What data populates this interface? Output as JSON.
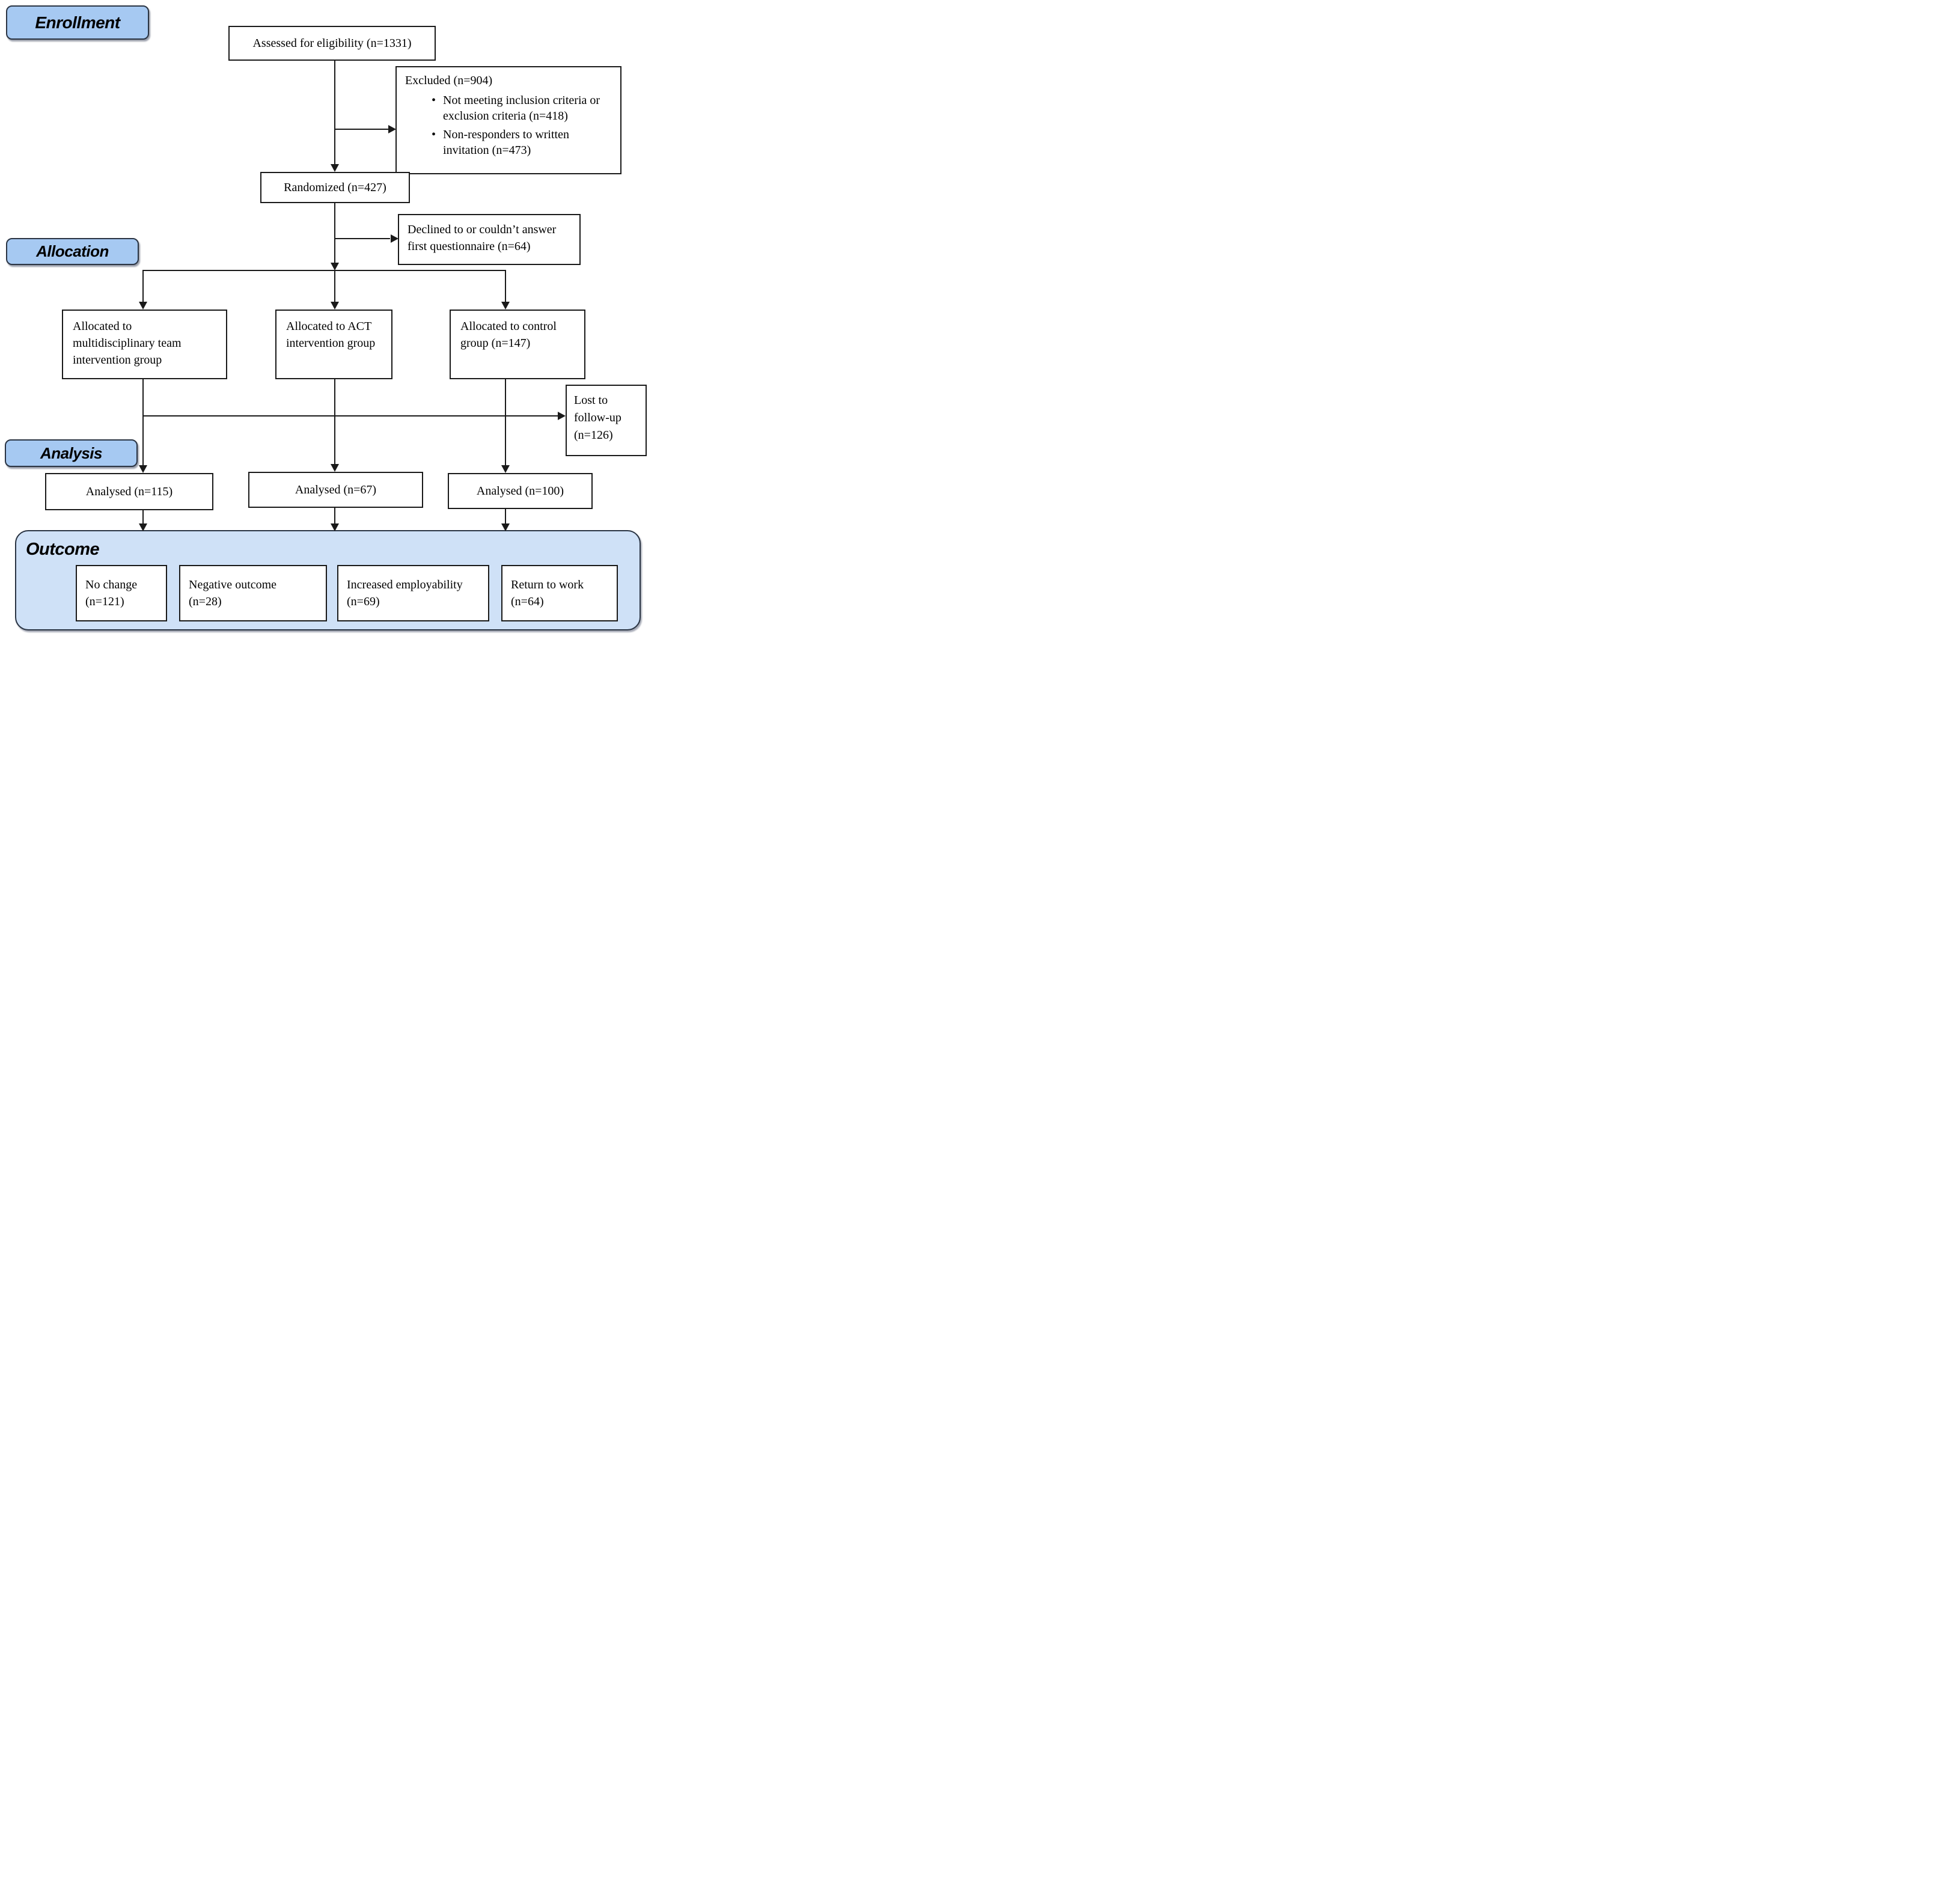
{
  "diagram_type": "CONSORT participant flow chart",
  "colors": {
    "stage_fill": "#a6c9f2",
    "outcome_fill": "#cfe1f7",
    "box_fill": "#ffffff",
    "border_dark": "#2a3443",
    "line": "#1a1a1a"
  },
  "stages": {
    "enrollment": "Enrollment",
    "allocation": "Allocation",
    "analysis": "Analysis",
    "outcome": "Outcome"
  },
  "flow": {
    "assessed": "Assessed for eligibility (n=1331)",
    "excluded": {
      "title": "Excluded (n=904)",
      "bullets": [
        "Not meeting inclusion criteria or exclusion criteria (n=418)",
        "Non-responders to written invitation (n=473)"
      ]
    },
    "randomized": "Randomized (n=427)",
    "declined": "Declined to or couldn’t answer first questionnaire (n=64)",
    "allocated": [
      "Allocated to multidisciplinary team intervention group",
      "Allocated to ACT intervention group",
      "Allocated to control group (n=147)"
    ],
    "lost_to_followup": "Lost to follow-up (n=126)",
    "analysed": [
      "Analysed (n=115)",
      "Analysed (n=67)",
      "Analysed (n=100)"
    ],
    "outcomes": [
      {
        "label": "No change",
        "n": "(n=121)"
      },
      {
        "label": "Negative outcome",
        "n": "(n=28)"
      },
      {
        "label": "Increased employability",
        "n": "(n=69)"
      },
      {
        "label": "Return to work",
        "n": "(n=64)"
      }
    ]
  }
}
